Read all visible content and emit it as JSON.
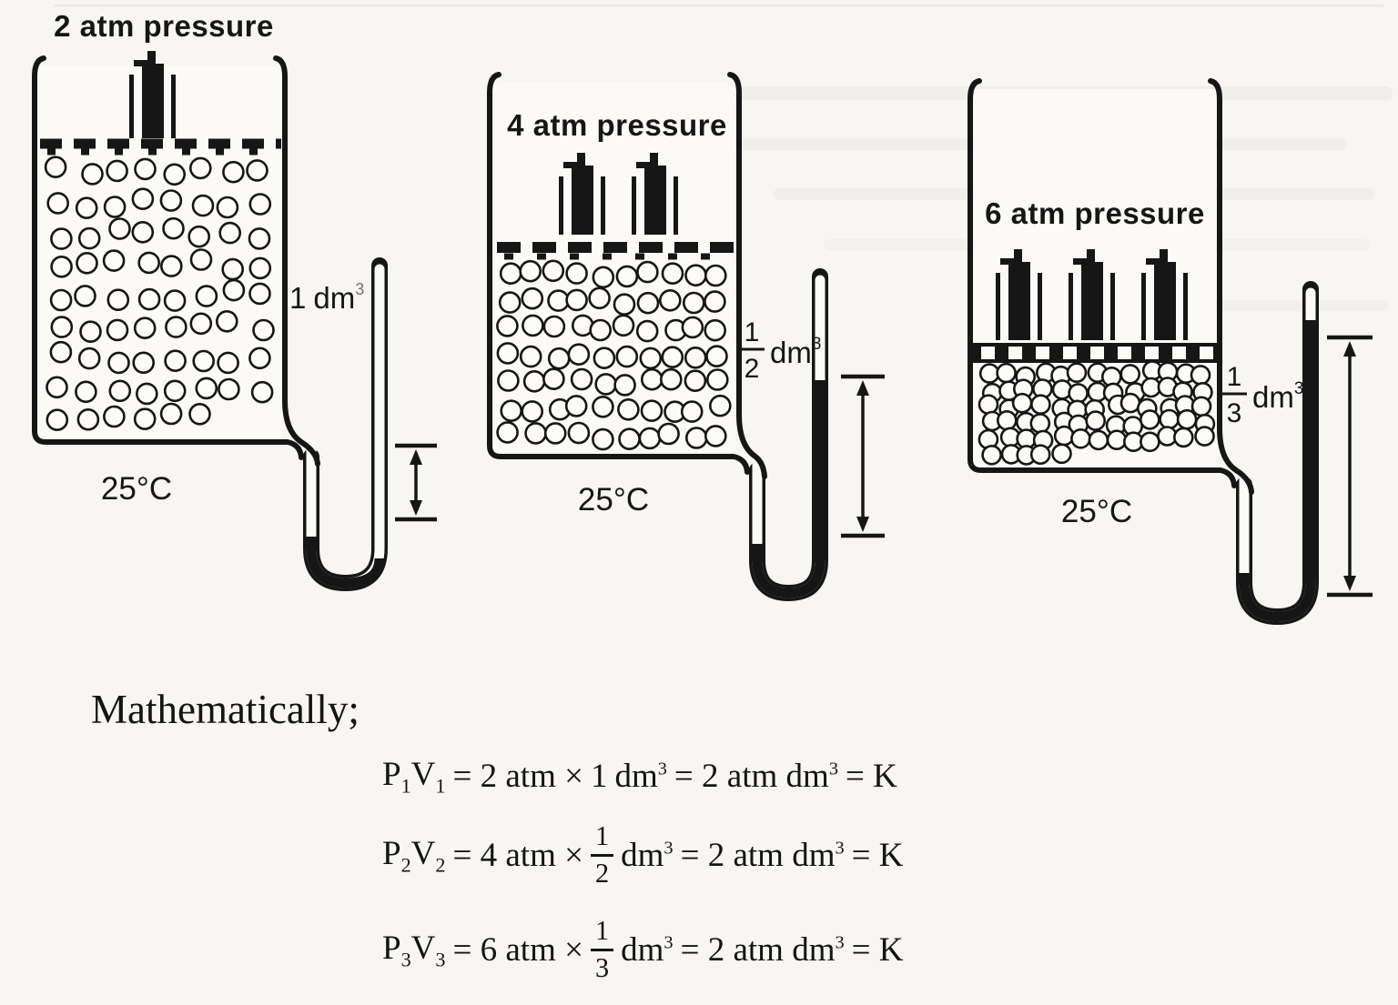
{
  "figure": {
    "panels": [
      {
        "pressure": "2 atm pressure",
        "temperature": "25°C",
        "volume": {
          "num": "1",
          "den": null,
          "unit": "dm",
          "exp": "3"
        },
        "weights": 1,
        "particles": 70
      },
      {
        "pressure": "4 atm pressure",
        "temperature": "25°C",
        "volume": {
          "num": "1",
          "den": "2",
          "unit": "dm",
          "exp": "3"
        },
        "weights": 2,
        "particles": 70
      },
      {
        "pressure": "6 atm pressure",
        "temperature": "25°C",
        "volume": {
          "num": "1",
          "den": "3",
          "unit": "dm",
          "exp": "3"
        },
        "weights": 3,
        "particles": 70
      }
    ]
  },
  "math": {
    "heading": "Mathematically;",
    "equations": [
      {
        "sym_p": "P",
        "p_sub": "1",
        "sym_v": "V",
        "v_sub": "1",
        "mid": "= 2 atm ×",
        "vol_whole": "1",
        "vol_num": null,
        "vol_den": null,
        "unit": "dm",
        "unit_exp": "3",
        "tail": "= 2 atm dm",
        "tail_exp": "3",
        "end": "= K"
      },
      {
        "sym_p": "P",
        "p_sub": "2",
        "sym_v": "V",
        "v_sub": "2",
        "mid": "= 4 atm ×",
        "vol_whole": null,
        "vol_num": "1",
        "vol_den": "2",
        "unit": "dm",
        "unit_exp": "3",
        "tail": "= 2 atm dm",
        "tail_exp": "3",
        "end": "= K"
      },
      {
        "sym_p": "P",
        "p_sub": "3",
        "sym_v": "V",
        "v_sub": "3",
        "mid": "= 6 atm ×",
        "vol_whole": null,
        "vol_num": "1",
        "vol_den": "3",
        "unit": "dm",
        "unit_exp": "3",
        "tail": "= 2 atm dm",
        "tail_exp": "3",
        "end": "= K"
      }
    ]
  }
}
